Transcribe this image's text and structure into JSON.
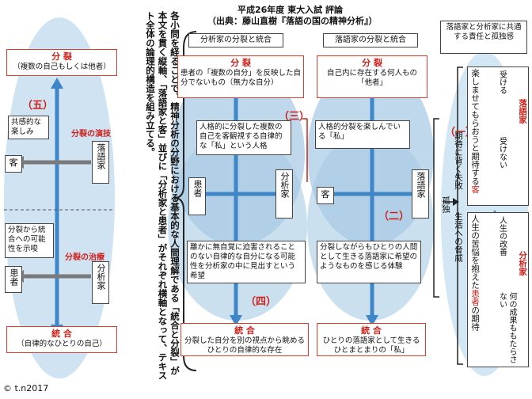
{
  "header": {
    "title": "平成26年度 東大入試 評論",
    "source": "（出典：藤山直樹『落語の国の精神分析』）"
  },
  "left_panel": {
    "top_label": "分 裂",
    "top_sub": "（複数の自己もしくは他者）",
    "num": "（五）",
    "kyokan": "共感的な楽しみ",
    "split_perf": "分裂の演技",
    "rakugoka": "落語家",
    "kyaku": "客",
    "split_unify": "分裂から統合への可能性を示唆",
    "split_cure": "分裂の治療",
    "kanja": "患者",
    "bunsekika": "分析家",
    "bottom_label": "統 合",
    "bottom_sub": "（自律的なひとりの自己）",
    "copyright": "© t.n2017"
  },
  "vertical_text": "各小問を経ることで、精神分析の分野における基本的な人間理解である「統合と分裂」が本文を貫く縦軸、「落語家と客」並びに「分析家と患者」がそれぞれ横軸となって、テキスト全体の論理的構造を組み立てる。",
  "middle_panel": {
    "header": "分析家の分裂と統合",
    "top_label": "分 裂",
    "top_text": "患者の「複数の自分」を反映した自分でないもの（無力な自分）",
    "inner_text": "人格的に分裂した複数の自己を客観視する自律的な「私」という人格",
    "kanja": "患者",
    "bunsekika": "分析家",
    "num3": "（三）",
    "bottom_text": "離かに無自覚に迫害されることのない自律的な自分になる可能性を分析家の中に見出すという希望",
    "num4": "（四）",
    "bottom_label": "統 合",
    "bottom_sub": "分裂した自分を別の視点から眺めるひとりの自律的な存在"
  },
  "right_panel": {
    "header": "落語家の分裂と統合",
    "top_label": "分 裂",
    "top_text": "自己内に存在する何人もの「他者」",
    "inner_text": "人格的分裂を楽しんでいる「私」",
    "kyaku": "客",
    "rakugoka": "落語家",
    "num2": "（二）",
    "bottom_text": "分裂しながらもひとりの人間として生きる落語家に希望のようなものを感じる体験",
    "bottom_label": "統 合",
    "bottom_sub": "ひとりの落語家として生きるひとまとまりの「私」"
  },
  "far_right": {
    "header": "落語家と分析家に共通する責任と孤独感",
    "num1": "（一）",
    "expect": "期待に背く失敗",
    "kodoku": "孤独",
    "threat": "生活への脅威",
    "rakugo_expect_a": "楽しませてもらおうと期待する",
    "rakugo_expect_b": "客",
    "accept": "受ける",
    "not_accept": "受けない",
    "rakugoka_side": "落語家",
    "life_a": "人生の苦悩を抱えた",
    "life_b": "患者",
    "life_c": "の期待",
    "improve": "人生の改善",
    "no_result": "何の成果ももたらさない",
    "bunsekika_side": "分析家"
  }
}
